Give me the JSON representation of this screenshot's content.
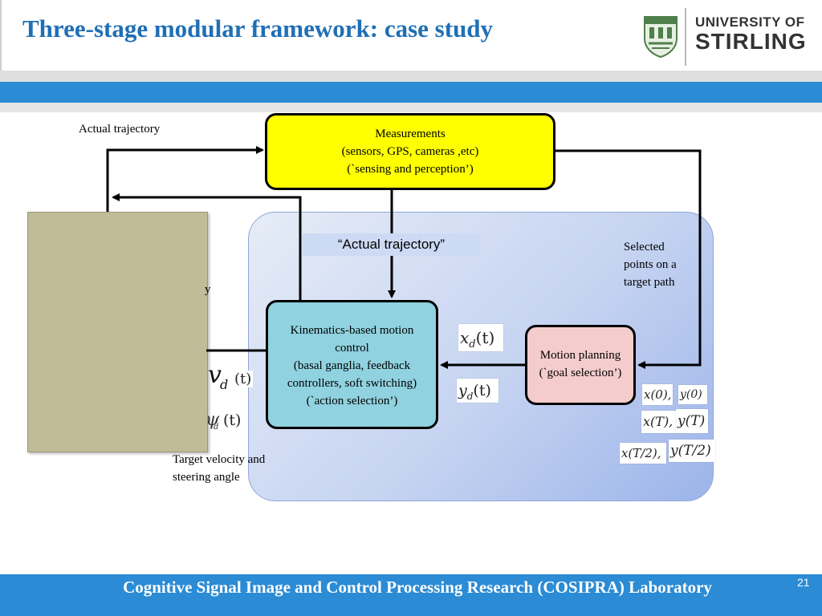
{
  "header": {
    "title": "Three-stage modular framework: case study",
    "logo_line1": "UNIVERSITY OF",
    "logo_line2": "STIRLING"
  },
  "diagram": {
    "measurements": {
      "line1": "Measurements",
      "line2": "(sensors, GPS, cameras ,etc)",
      "line3": "(`sensing and perception’)"
    },
    "kinematics": {
      "line1": "Kinematics-based motion",
      "line2": "control",
      "line3": "(basal ganglia, feedback",
      "line4": "controllers, soft switching)",
      "line5": "(`action selection’)"
    },
    "motion_planning": {
      "line1": "Motion planning",
      "line2": "(`goal selection’)"
    },
    "labels": {
      "actual_trajectory": "Actual trajectory",
      "quoted_actual_trajectory": "“Actual  trajectory”",
      "selected_points_line1": "Selected",
      "selected_points_line2": "points on a",
      "selected_points_line3": "target path",
      "partial_y": "y",
      "target_velocity_line1": "Target velocity and",
      "target_velocity_line2": "steering angle"
    },
    "math": {
      "xd": "x",
      "xd_sub": "d",
      "xd_arg": "(t)",
      "yd": "y",
      "yd_sub": "d",
      "yd_arg": "(t)",
      "x0": "x(0),",
      "y0": "y(0)",
      "xT": "x(T),",
      "yT": "y(T)",
      "xT2": "x(T/2),",
      "yT2": "y(T/2)",
      "vd": "v",
      "vd_sub": "d",
      "vd_arg": "(t)",
      "psid": "ψ",
      "psid_sub": "d",
      "psid_arg": "(t)"
    }
  },
  "footer": {
    "lab_name": "Cognitive Signal Image and Control Processing Research (COSIPRA) Laboratory",
    "page_number": "21"
  },
  "colors": {
    "title_blue": "#1f6fb5",
    "band_blue": "#2b8bd4",
    "measurements_fill": "#ffff00",
    "kinematics_fill": "#90d2df",
    "motion_planning_fill": "#f4cccc",
    "vehicle_block_fill": "#c0bc98"
  }
}
